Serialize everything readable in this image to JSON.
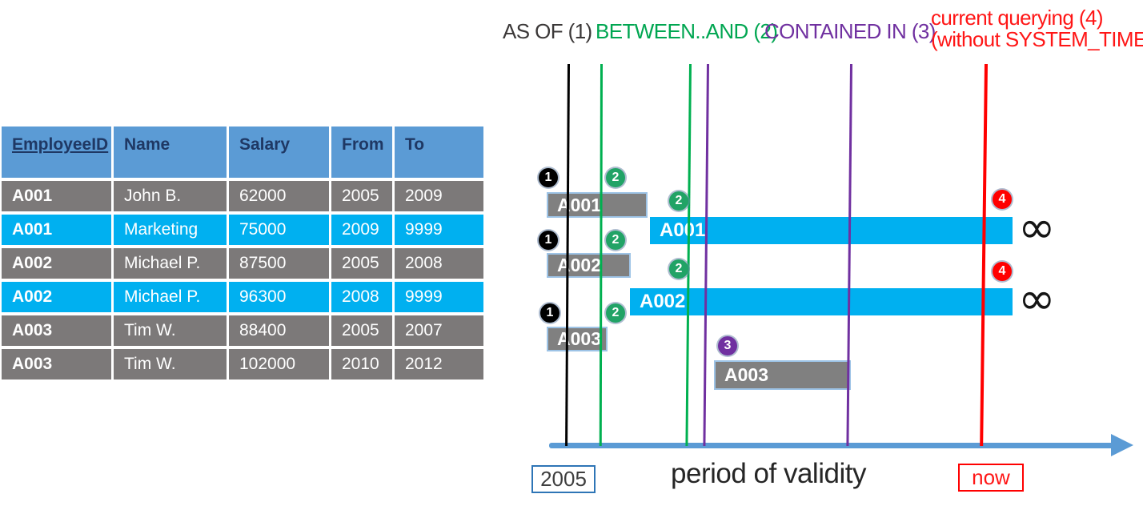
{
  "table": {
    "columns": [
      "EmployeeID",
      "Name",
      "Salary",
      "From",
      "To"
    ],
    "rows": [
      {
        "employee_id": "A001",
        "name": "John B.",
        "salary": "62000",
        "from": "2005",
        "to": "2009",
        "current": false
      },
      {
        "employee_id": "A001",
        "name": "Marketing",
        "salary": "75000",
        "from": "2009",
        "to": "9999",
        "current": true
      },
      {
        "employee_id": "A002",
        "name": "Michael P.",
        "salary": "87500",
        "from": "2005",
        "to": "2008",
        "current": false
      },
      {
        "employee_id": "A002",
        "name": "Michael P.",
        "salary": "96300",
        "from": "2008",
        "to": "9999",
        "current": true
      },
      {
        "employee_id": "A003",
        "name": "Tim W.",
        "salary": "88400",
        "from": "2005",
        "to": "2007",
        "current": false
      },
      {
        "employee_id": "A003",
        "name": "Tim W.",
        "salary": "102000",
        "from": "2010",
        "to": "2012",
        "current": false
      }
    ]
  },
  "legend": {
    "as_of": "AS OF (1)",
    "between_and": "BETWEEN..AND (2)",
    "contained_in": "CONTAINED IN (3)",
    "current_querying_line1": "current querying (4)",
    "current_querying_line2": "(without SYSTEM_TIME)"
  },
  "timeline": {
    "bars": [
      {
        "label": "A001",
        "kind": "history"
      },
      {
        "label": "A001",
        "kind": "current"
      },
      {
        "label": "A002",
        "kind": "history"
      },
      {
        "label": "A002",
        "kind": "current"
      },
      {
        "label": "A003",
        "kind": "history"
      },
      {
        "label": "A003",
        "kind": "history"
      }
    ],
    "badges": [
      {
        "value": "1"
      },
      {
        "value": "2"
      },
      {
        "value": "2"
      },
      {
        "value": "1"
      },
      {
        "value": "2"
      },
      {
        "value": "2"
      },
      {
        "value": "1"
      },
      {
        "value": "2"
      },
      {
        "value": "3"
      },
      {
        "value": "4"
      },
      {
        "value": "4"
      }
    ],
    "infinity_symbol": "∞",
    "origin_label": "2005",
    "axis_label": "period of validity",
    "now_label": "now"
  },
  "colors": {
    "table_header_bg": "#5B9BD5",
    "table_header_text": "#1F3864",
    "history_row_bg": "#7C7979",
    "current_row_bg": "#00B0F0",
    "as_of_black": "#000000",
    "between_green": "#00B050",
    "contained_purple": "#7030A0",
    "current_red": "#FF0000",
    "axis_blue": "#5B9BD5",
    "bar_border_blue": "#9DC3E6"
  }
}
